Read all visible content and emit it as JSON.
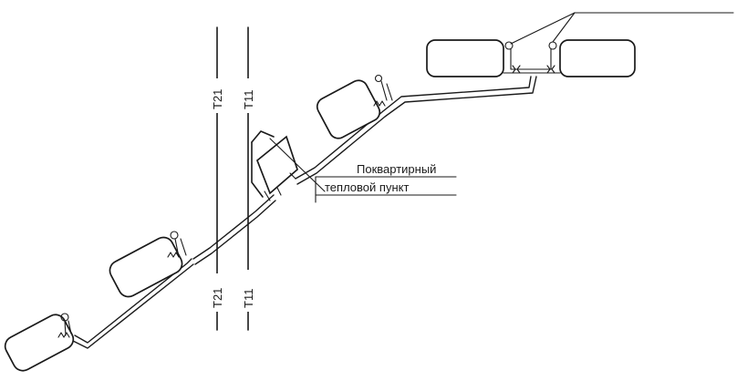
{
  "diagram": {
    "risers": {
      "supply_label": "T11",
      "return_label": "T21"
    },
    "callout": {
      "line1": "Поквартирный",
      "line2": "тепловой пункт"
    },
    "colors": {
      "ink": "#1a1a1a",
      "background": "#ffffff"
    }
  }
}
